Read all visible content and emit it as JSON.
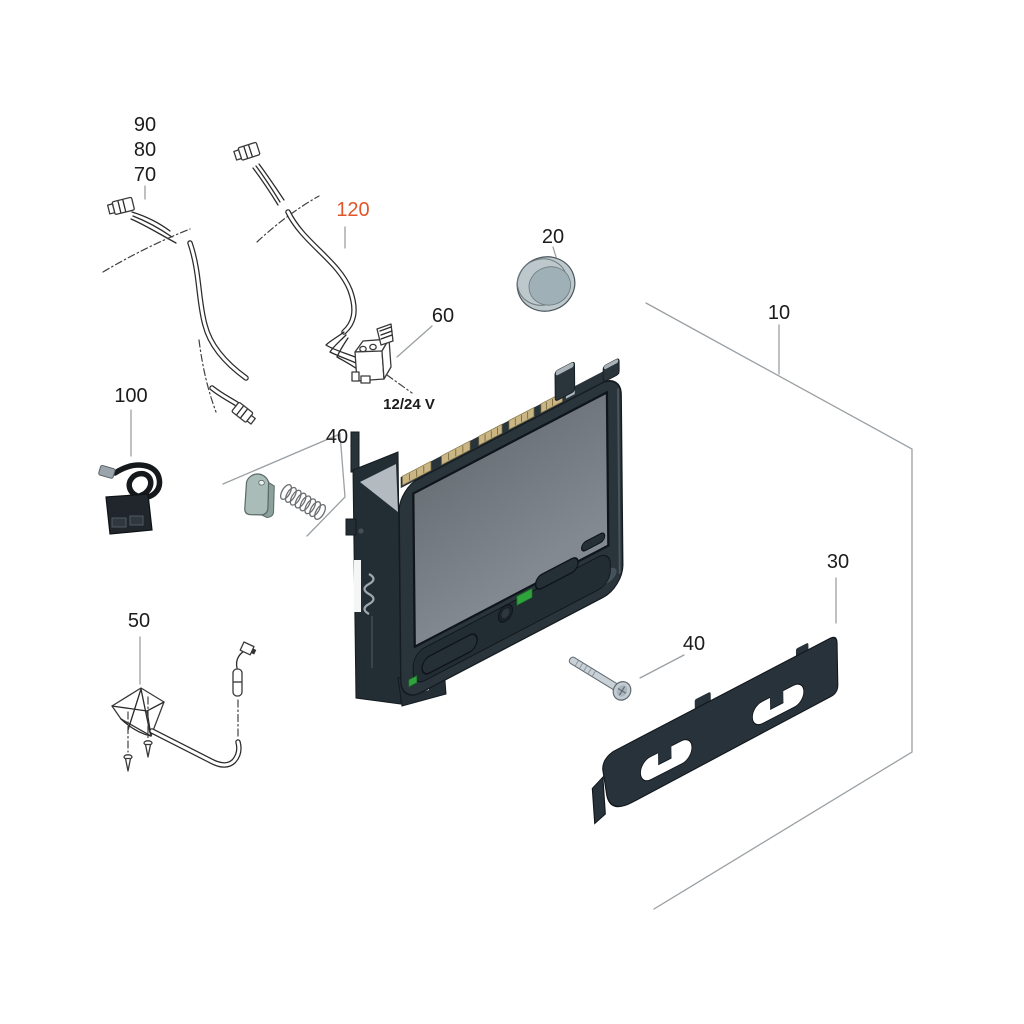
{
  "diagram": {
    "type": "exploded-parts-diagram",
    "background": "#ffffff",
    "accent_color": "#e2552b",
    "label_color": "#1c1c1c",
    "leader_color": "#9aa0a4",
    "unit_body_color": "#2a343b",
    "screen_color": "#767d83",
    "plate_color": "#28323b",
    "metal_color": "#c9d1d6",
    "disc_color": "#b0bec4",
    "button_green": "#2fa33c",
    "connector_gold": "#c9b684"
  },
  "labels": {
    "l90": "90",
    "l80": "80",
    "l70": "70",
    "l120": "120",
    "l20": "20",
    "l60": "60",
    "voltage": "12/24 V",
    "l10": "10",
    "l100": "100",
    "l40a": "40",
    "l50": "50",
    "l40b": "40",
    "l30": "30"
  },
  "parts": [
    {
      "ref": "10",
      "name": "display-unit-assembly"
    },
    {
      "ref": "20",
      "name": "cover-cap"
    },
    {
      "ref": "30",
      "name": "mounting-plate"
    },
    {
      "ref": "40",
      "name": "fixing-set-latch-spring-screw"
    },
    {
      "ref": "50",
      "name": "mounting-bracket-sensor-kit"
    },
    {
      "ref": "60",
      "name": "power-terminal-block"
    },
    {
      "ref": "70",
      "name": "connection-cable"
    },
    {
      "ref": "80",
      "name": "connection-cable"
    },
    {
      "ref": "90",
      "name": "connection-cable"
    },
    {
      "ref": "100",
      "name": "adapter-splitter"
    },
    {
      "ref": "120",
      "name": "supply-cable"
    }
  ]
}
